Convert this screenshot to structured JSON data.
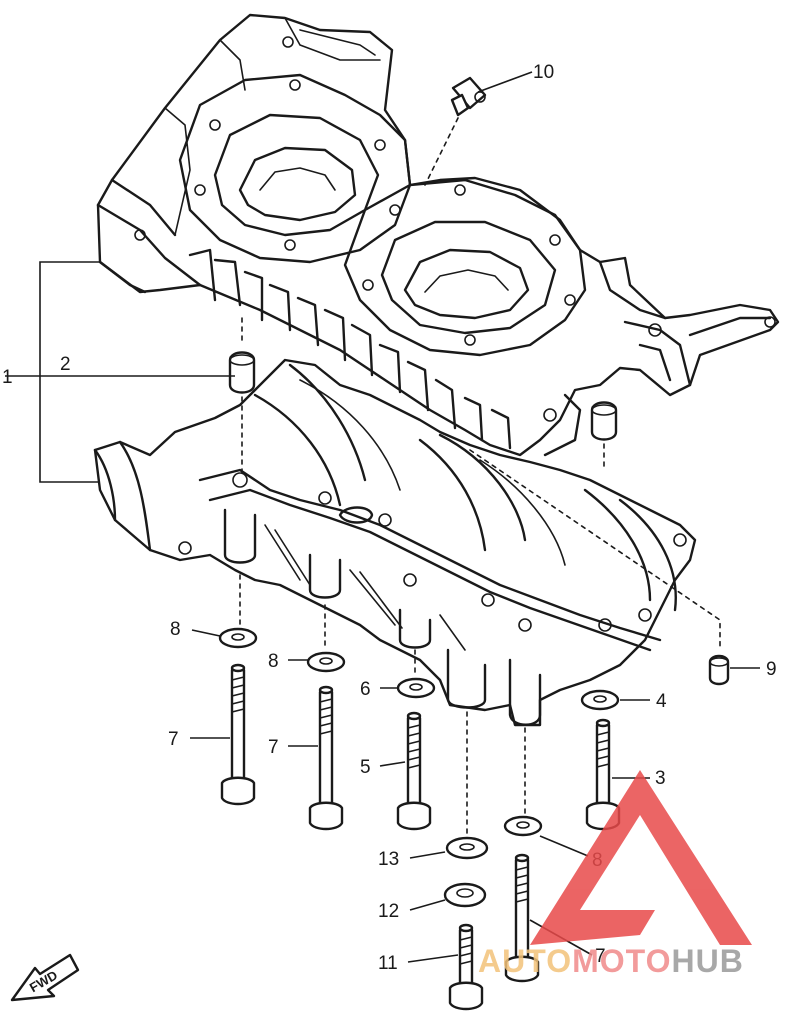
{
  "callouts": [
    {
      "id": "c1",
      "text": "1"
    },
    {
      "id": "c2",
      "text": "2"
    },
    {
      "id": "c3",
      "text": "3"
    },
    {
      "id": "c4",
      "text": "4"
    },
    {
      "id": "c5",
      "text": "5"
    },
    {
      "id": "c6",
      "text": "6"
    },
    {
      "id": "c7a",
      "text": "7"
    },
    {
      "id": "c7b",
      "text": "7"
    },
    {
      "id": "c7c",
      "text": "7"
    },
    {
      "id": "c8a",
      "text": "8"
    },
    {
      "id": "c8b",
      "text": "8"
    },
    {
      "id": "c8c",
      "text": "8"
    },
    {
      "id": "c9",
      "text": "9"
    },
    {
      "id": "c10",
      "text": "10"
    },
    {
      "id": "c11",
      "text": "11"
    },
    {
      "id": "c12",
      "text": "12"
    },
    {
      "id": "c13",
      "text": "13"
    }
  ],
  "fwd_label": "FWD",
  "watermark": {
    "part1": "AUTO",
    "part2": "MOTO",
    "part3": "HUB",
    "color_part1": "#f3c27a",
    "color_part2": "#f08a8a",
    "color_part3": "#9a9a9a",
    "logo_color": "#e84a4a"
  }
}
